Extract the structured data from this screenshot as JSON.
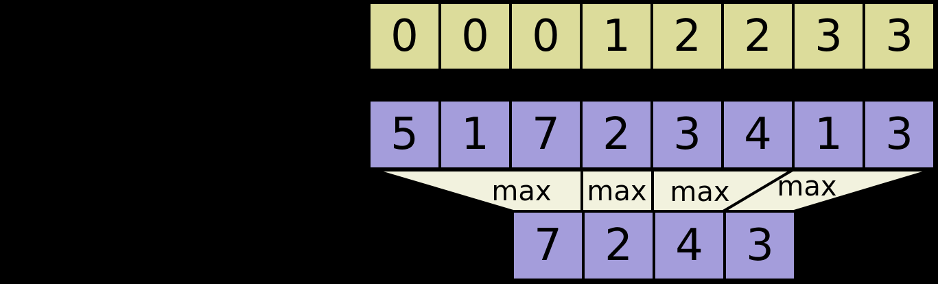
{
  "colors": {
    "background": "#000000",
    "segment_row_fill": "#dcdc9b",
    "data_row_fill": "#a49ddb",
    "funnel_fill": "#f2f2de",
    "border": "#000000",
    "text": "#000000"
  },
  "rows": {
    "segment_ids": {
      "values": [
        "0",
        "0",
        "0",
        "1",
        "2",
        "2",
        "3",
        "3"
      ]
    },
    "data": {
      "values": [
        "5",
        "1",
        "7",
        "2",
        "3",
        "4",
        "1",
        "3"
      ]
    },
    "output": {
      "values": [
        "7",
        "2",
        "4",
        "3"
      ]
    }
  },
  "funnels": {
    "labels": [
      "max",
      "max",
      "max",
      "max"
    ]
  }
}
